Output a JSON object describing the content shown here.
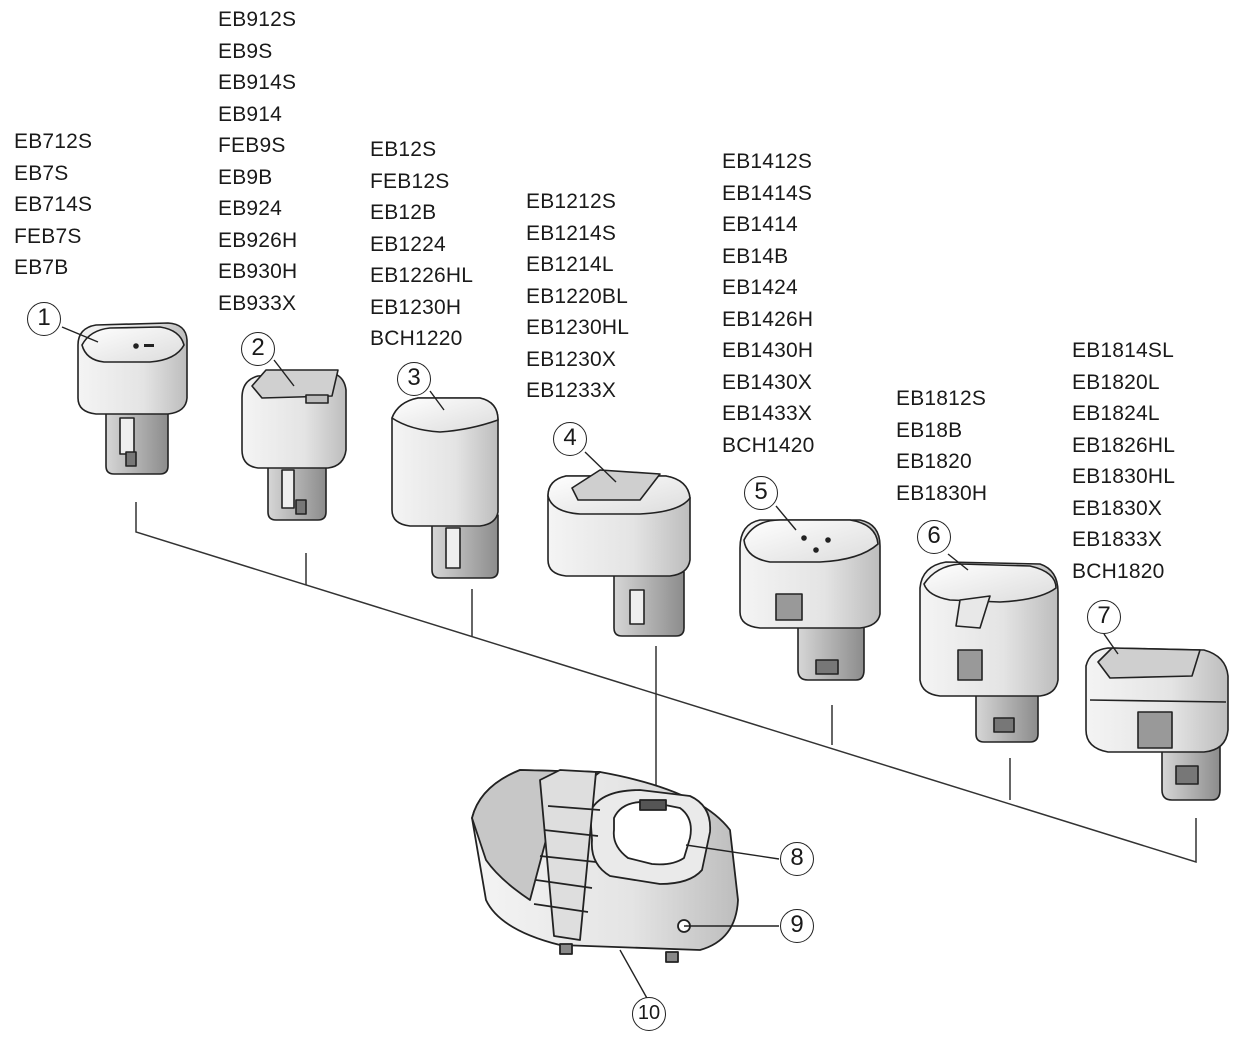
{
  "battery_groups": [
    {
      "number": "1",
      "models": [
        "EB712S",
        "EB7S",
        "EB714S",
        "FEB7S",
        "EB7B"
      ]
    },
    {
      "number": "2",
      "models": [
        "EB912S",
        "EB9S",
        "EB914S",
        "EB914",
        "FEB9S",
        "EB9B",
        "EB924",
        "EB926H",
        "EB930H",
        "EB933X"
      ]
    },
    {
      "number": "3",
      "models": [
        "EB12S",
        "FEB12S",
        "EB12B",
        "EB1224",
        "EB1226HL",
        "EB1230H",
        "BCH1220"
      ]
    },
    {
      "number": "4",
      "models": [
        "EB1212S",
        "EB1214S",
        "EB1214L",
        "EB1220BL",
        "EB1230HL",
        "EB1230X",
        "EB1233X"
      ]
    },
    {
      "number": "5",
      "models": [
        "EB1412S",
        "EB1414S",
        "EB1414",
        "EB14B",
        "EB1424",
        "EB1426H",
        "EB1430H",
        "EB1430X",
        "EB1433X",
        "BCH1420"
      ]
    },
    {
      "number": "6",
      "models": [
        "EB1812S",
        "EB18B",
        "EB1820",
        "EB1830H"
      ]
    },
    {
      "number": "7",
      "models": [
        "EB1814SL",
        "EB1820L",
        "EB1824L",
        "EB1826HL",
        "EB1830HL",
        "EB1830X",
        "EB1833X",
        "BCH1820"
      ]
    }
  ],
  "charger_callouts": [
    "8",
    "9",
    "10"
  ]
}
